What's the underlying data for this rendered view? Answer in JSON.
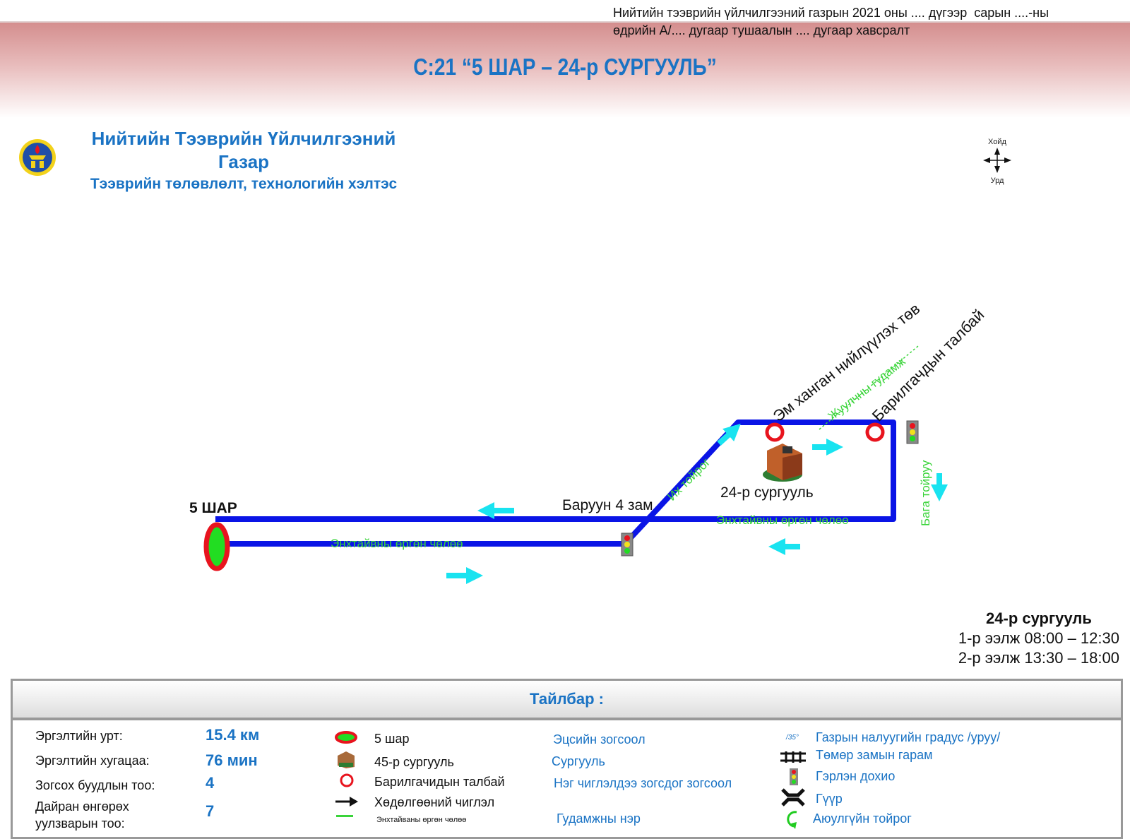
{
  "header": {
    "decree_line1": "Нийтийн тээврийн үйлчилгээний газрын 2021 оны .... дүгээр  сарын ....-ны",
    "decree_line2": "өдрийн А/.... дугаар тушаалын .... дугаар хавсралт",
    "route_title": "С:21 “5 ШАР – 24-р СУРГУУЛЬ”"
  },
  "org": {
    "name_line1": "Нийтийн Тээврийн Үйлчилгээний",
    "name_line2": "Газар",
    "department": "Тээврийн төлөвлөлт, технологийн хэлтэс"
  },
  "compass": {
    "north": "Хойд",
    "south": "Урд"
  },
  "map": {
    "terminal": "5 ШАР",
    "junction": "Баруун 4 зам",
    "school": "24-р сургууль",
    "stop1": "Эм ханган нийлүүлэх төв",
    "stop2": "Барилгачдын талбай",
    "street_main_lower": "Энхтайвны өргөн чөлөө",
    "street_main_upper": "Энхтайвны өргөн чөлөө",
    "street_ring_big": "Их тойрог",
    "street_tourist": "Жуулчны гудамж",
    "street_ring_small": "Бага тойруу",
    "colors": {
      "route": "#0a14e6",
      "arrow": "#19e3f0",
      "stop": "#e8141e",
      "street": "#3ad43a"
    }
  },
  "schedule": {
    "title": "24-р сургууль",
    "shift1": "1-р ээлж 08:00 – 12:30",
    "shift2": "2-р ээлж 13:30 – 18:00"
  },
  "legend": {
    "title": "Тайлбар :",
    "stats": [
      {
        "label": "Эргэлтийн урт:",
        "value": "15.4 км"
      },
      {
        "label": "Эргэлтийн хугацаа:",
        "value": "76 мин"
      },
      {
        "label": "Зогсох буудлын тоо:",
        "value": "4"
      },
      {
        "label": "Дайран өнгөрөх\nуулзварын тоо:",
        "value": "7"
      }
    ],
    "symbols": [
      "5 шар",
      "45-р сургууль",
      "Барилгачидын талбай",
      "Хөдөлгөөний чиглэл",
      "Энхтайваны өргөн чөлөө"
    ],
    "meanings": [
      "Эцсийн зогсоол",
      "Сургууль",
      "Нэг чиглэлдээ зогсдог зогсоол",
      "Гудамжны нэр"
    ],
    "other": [
      "Газрын налуугийн градус /уруу/",
      "Төмөр замын гарам",
      "Гэрлэн дохио",
      "Гүүр",
      "Аюулгүйн тойрог"
    ],
    "slope_sample": "/35°"
  }
}
